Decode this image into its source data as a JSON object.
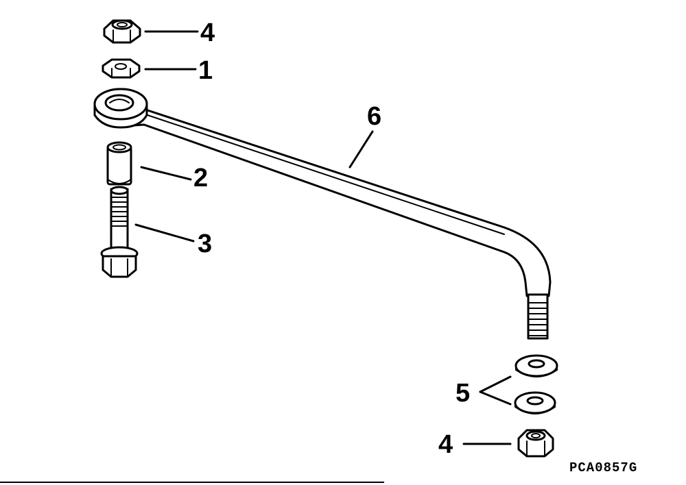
{
  "diagram": {
    "callouts": {
      "locknut_top": "4",
      "nut": "1",
      "spacer": "2",
      "bolt": "3",
      "link_rod": "6",
      "washers": "5",
      "locknut_bottom": "4"
    },
    "figure_code": "PCA0857G"
  },
  "colors": {
    "ink": "#000000",
    "paper": "#ffffff"
  }
}
